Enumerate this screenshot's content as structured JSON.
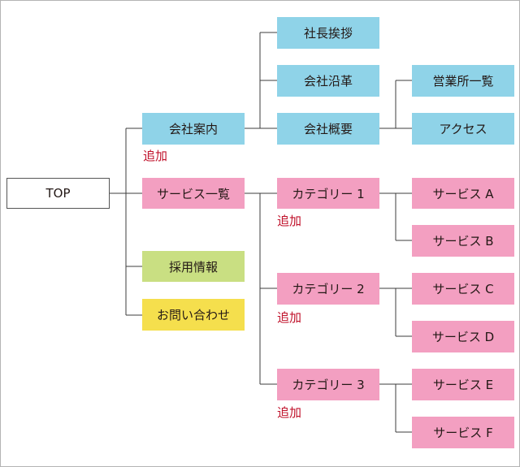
{
  "nodes": {
    "top": "TOP",
    "company": "会社案内",
    "services": "サービス一覧",
    "recruit": "採用情報",
    "contact": "お問い合わせ",
    "greeting": "社長挨拶",
    "history": "会社沿革",
    "overview": "会社概要",
    "offices": "営業所一覧",
    "access": "アクセス",
    "category1": "カテゴリー 1",
    "category2": "カテゴリー 2",
    "category3": "カテゴリー 3",
    "serviceA": "サービス A",
    "serviceB": "サービス B",
    "serviceC": "サービス C",
    "serviceD": "サービス D",
    "serviceE": "サービス E",
    "serviceF": "サービス F"
  },
  "notes": {
    "company_added": "追加",
    "category1_added": "追加",
    "category2_added": "追加",
    "category3_added": "追加"
  },
  "colors": {
    "line": "#3c3c3c",
    "top": "#ffffff",
    "company_group": "#8fd3e8",
    "services_group": "#f39fc1",
    "recruit": "#c9df82",
    "contact": "#f5df4d",
    "added_note": "#c0122b"
  }
}
